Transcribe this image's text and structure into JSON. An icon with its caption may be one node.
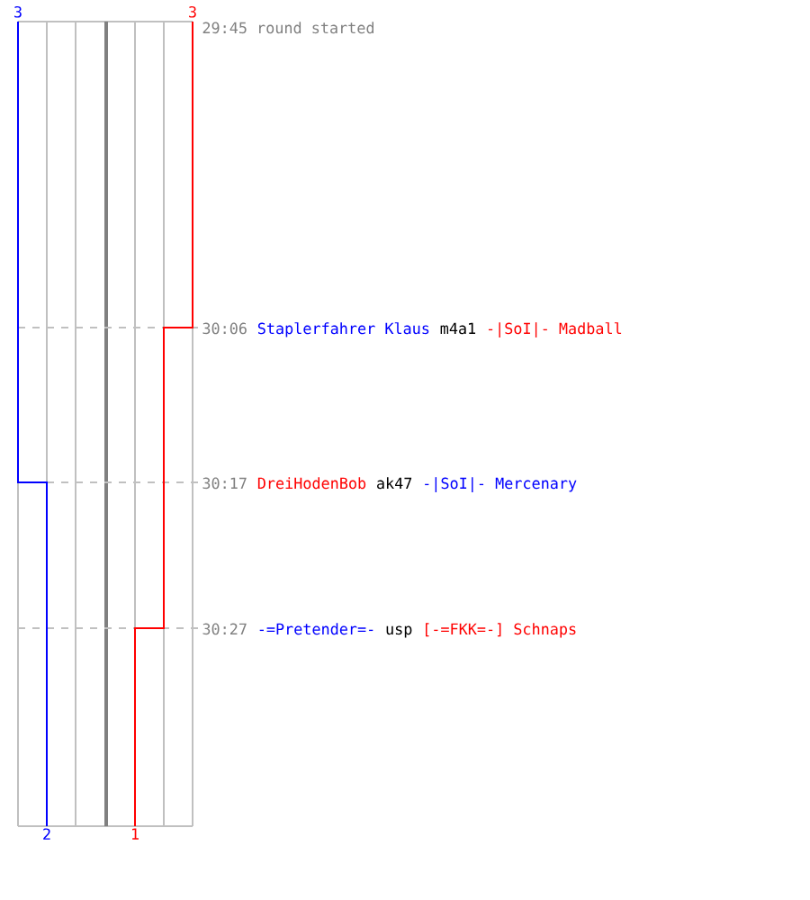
{
  "diagram": {
    "labels": [
      "3",
      "3",
      "29:45 round started",
      "30:06",
      "Staplerfahrer Klaus",
      "m4a1",
      "-|SoI|- Madball",
      "30:17",
      "DreiHodenBob",
      "ak47",
      "-|SoI|- Mercenary",
      "30:27",
      "-=Pretender=-",
      "usp",
      "[-=FKK=-] Schnaps",
      "2",
      "1"
    ]
  }
}
